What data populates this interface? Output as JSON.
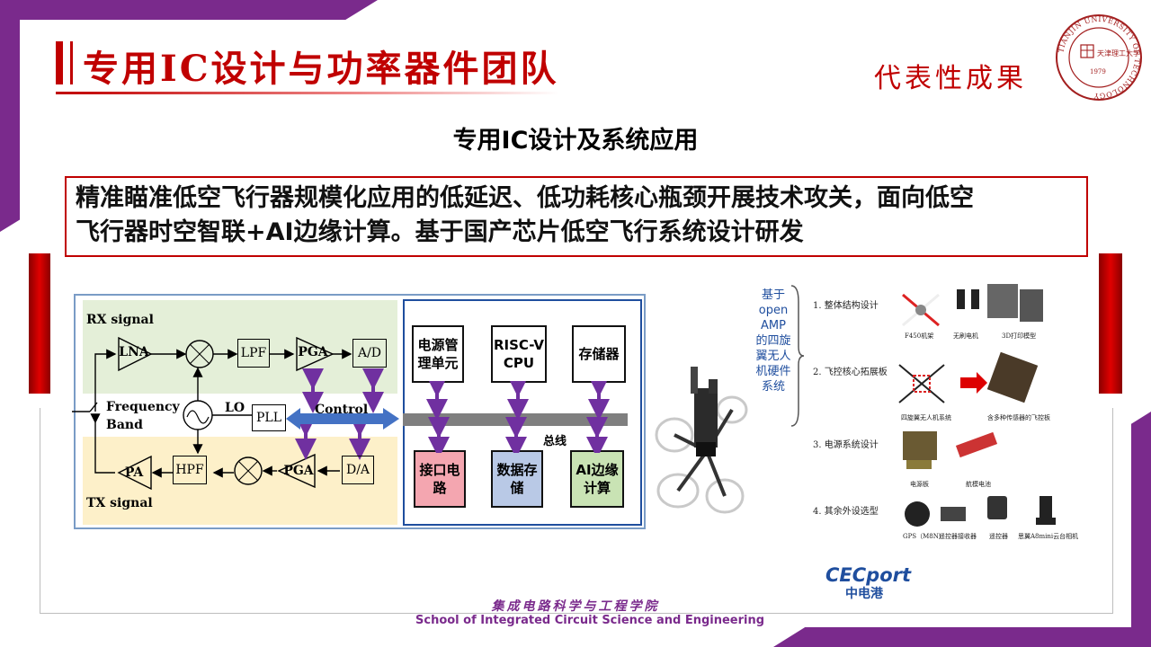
{
  "header": {
    "title": "专用IC设计与功率器件团队",
    "tag": "代表性成果",
    "seal": {
      "ring_text": "TIANJIN UNIVERSITY OF TECHNOLOGY",
      "cn": "天津理工大学",
      "year": "1979"
    }
  },
  "subtitle": "专用IC设计及系统应用",
  "description": {
    "line1": "精准瞄准低空飞行器规模化应用的低延迟、低功耗核心瓶颈开展技术攻关，面向低空",
    "line2": "飞行器时空智联+AI边缘计算。基于国产芯片低空飞行系统设计研发"
  },
  "rf_diagram": {
    "rx_label": "RX signal",
    "tx_label": "TX signal",
    "band_label_1": "Frequency",
    "band_label_2": "Band",
    "lo_label": "LO",
    "control_label": "Control",
    "blocks": {
      "lna": "LNA",
      "lpf": "LPF",
      "pga_rx": "PGA",
      "ad": "A/D",
      "pll": "PLL",
      "pa": "PA",
      "hpf": "HPF",
      "pga_tx": "PGA",
      "da": "D/A"
    }
  },
  "soc_diagram": {
    "bus_label": "总线",
    "top": [
      "电源管理单元",
      "RISC-V CPU",
      "存储器"
    ],
    "bottom": [
      "接口电路",
      "数据存储",
      "AI边缘计算"
    ],
    "colors": {
      "interface": "#f4a6b0",
      "storage": "#b9c9e6",
      "ai": "#c9e3b4"
    }
  },
  "drone": {
    "caption": "基于open AMP的四旋翼无人机硬件系统",
    "sections": [
      {
        "title": "1. 整体结构设计",
        "items": [
          "F450机架",
          "无刷电机",
          "3D打印模型"
        ]
      },
      {
        "title": "2. 飞控核心拓展板",
        "items": [
          "四旋翼无人机系统",
          "含多种传感器的飞控板"
        ]
      },
      {
        "title": "3. 电源系统设计",
        "items": [
          "电源板",
          "航模电池"
        ]
      },
      {
        "title": "4. 其余外设选型",
        "items": [
          "GPS（M8N）",
          "遥控器接收器",
          "遥控器",
          "思翼A8mini云台相机"
        ]
      }
    ]
  },
  "logo": {
    "name": "CECport",
    "cn": "中电港"
  },
  "footer": {
    "school_cn": "集成电路科学与工程学院",
    "school_en": "School of Integrated Circuit Science and Engineering"
  },
  "colors": {
    "brand_red": "#c00000",
    "brand_purple": "#7a2a8c",
    "bus_blue": "#4472c4",
    "arrow_purple": "#7030a0"
  }
}
